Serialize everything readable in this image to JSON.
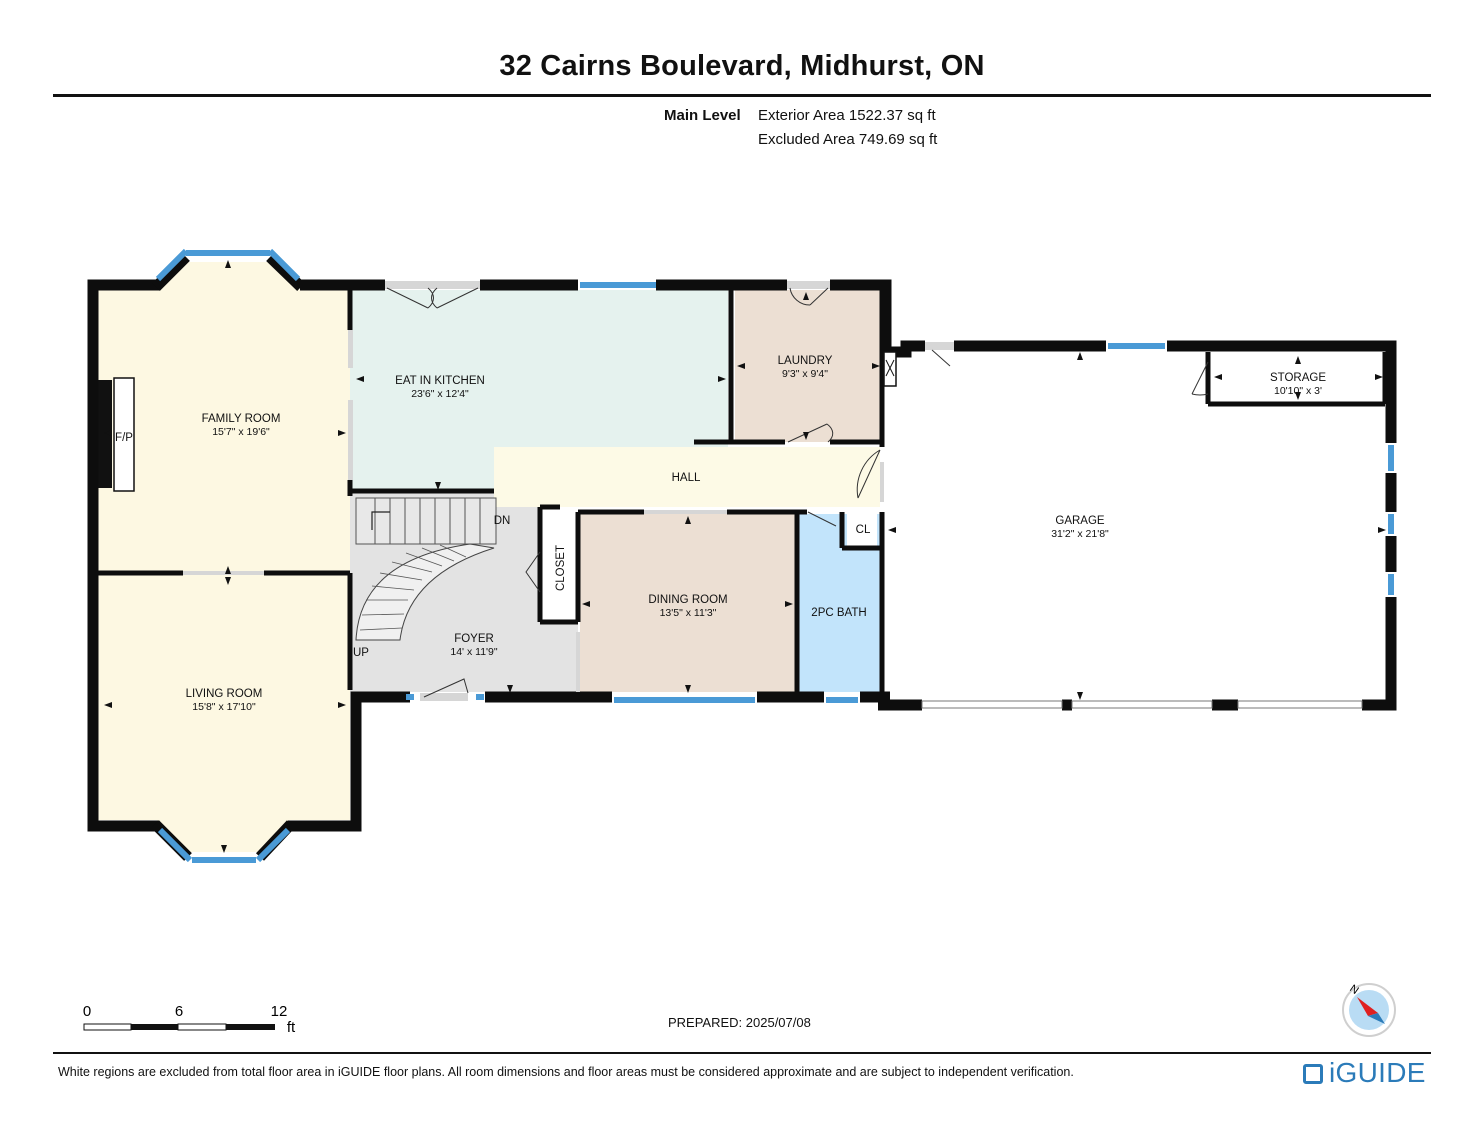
{
  "header": {
    "address": "32 Cairns Boulevard, Midhurst, ON",
    "level_name": "Main Level",
    "exterior_area": "Exterior Area 1522.37 sq ft",
    "excluded_area": "Excluded Area 749.69 sq ft"
  },
  "rooms": {
    "family_room": {
      "name": "FAMILY ROOM",
      "dims": "15'7\" x 19'6\""
    },
    "eat_in_kitchen": {
      "name": "EAT IN KITCHEN",
      "dims": "23'6\" x 12'4\""
    },
    "laundry": {
      "name": "LAUNDRY",
      "dims": "9'3\" x 9'4\""
    },
    "storage": {
      "name": "STORAGE",
      "dims": "10'10\" x 3'"
    },
    "garage": {
      "name": "GARAGE",
      "dims": "31'2\" x 21'8\""
    },
    "hall": {
      "name": "HALL"
    },
    "dining_room": {
      "name": "DINING ROOM",
      "dims": "13'5\" x 11'3\""
    },
    "foyer": {
      "name": "FOYER",
      "dims": "14' x 11'9\""
    },
    "living_room": {
      "name": "LIVING ROOM",
      "dims": "15'8\" x 17'10\""
    },
    "bath": {
      "name": "2PC BATH"
    },
    "closet": {
      "name": "CLOSET"
    },
    "cl": {
      "name": "CL"
    }
  },
  "fixtures": {
    "fireplace": "F/P",
    "stairs_down": "DN",
    "stairs_up": "UP"
  },
  "scale": {
    "labels": [
      "0",
      "6",
      "12"
    ],
    "unit": "ft"
  },
  "prepared": "PREPARED: 2025/07/08",
  "footer": {
    "disclaimer": "White regions are excluded from total floor area in iGUIDE floor plans. All room dimensions and floor areas must be considered approximate and are subject to independent verification.",
    "brand": "iGUIDE"
  },
  "compass": {
    "label": "N"
  },
  "colors": {
    "wall": "#0d0d0d",
    "window": "#4a9ad6",
    "family_living": "#fdf8e2",
    "kitchen": "#e5f2ee",
    "laundry_dining": "#ecdfd3",
    "hall": "#fdfae6",
    "foyer": "#e3e3e3",
    "bath": "#c2e4fb",
    "brand": "#2b7bb9"
  }
}
